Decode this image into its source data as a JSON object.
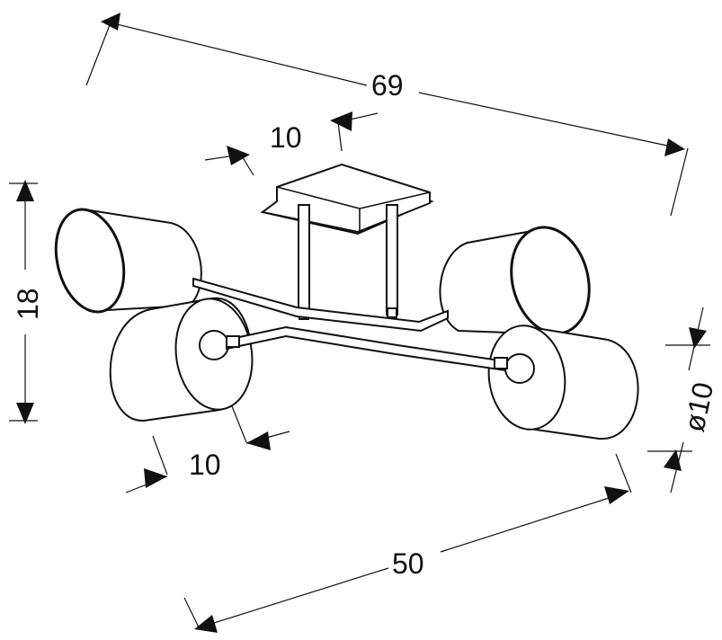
{
  "dimensions": {
    "total_width": "69",
    "canopy_width": "10",
    "height": "18",
    "shade_length": "10",
    "span": "50",
    "shade_diameter": "ø10"
  }
}
